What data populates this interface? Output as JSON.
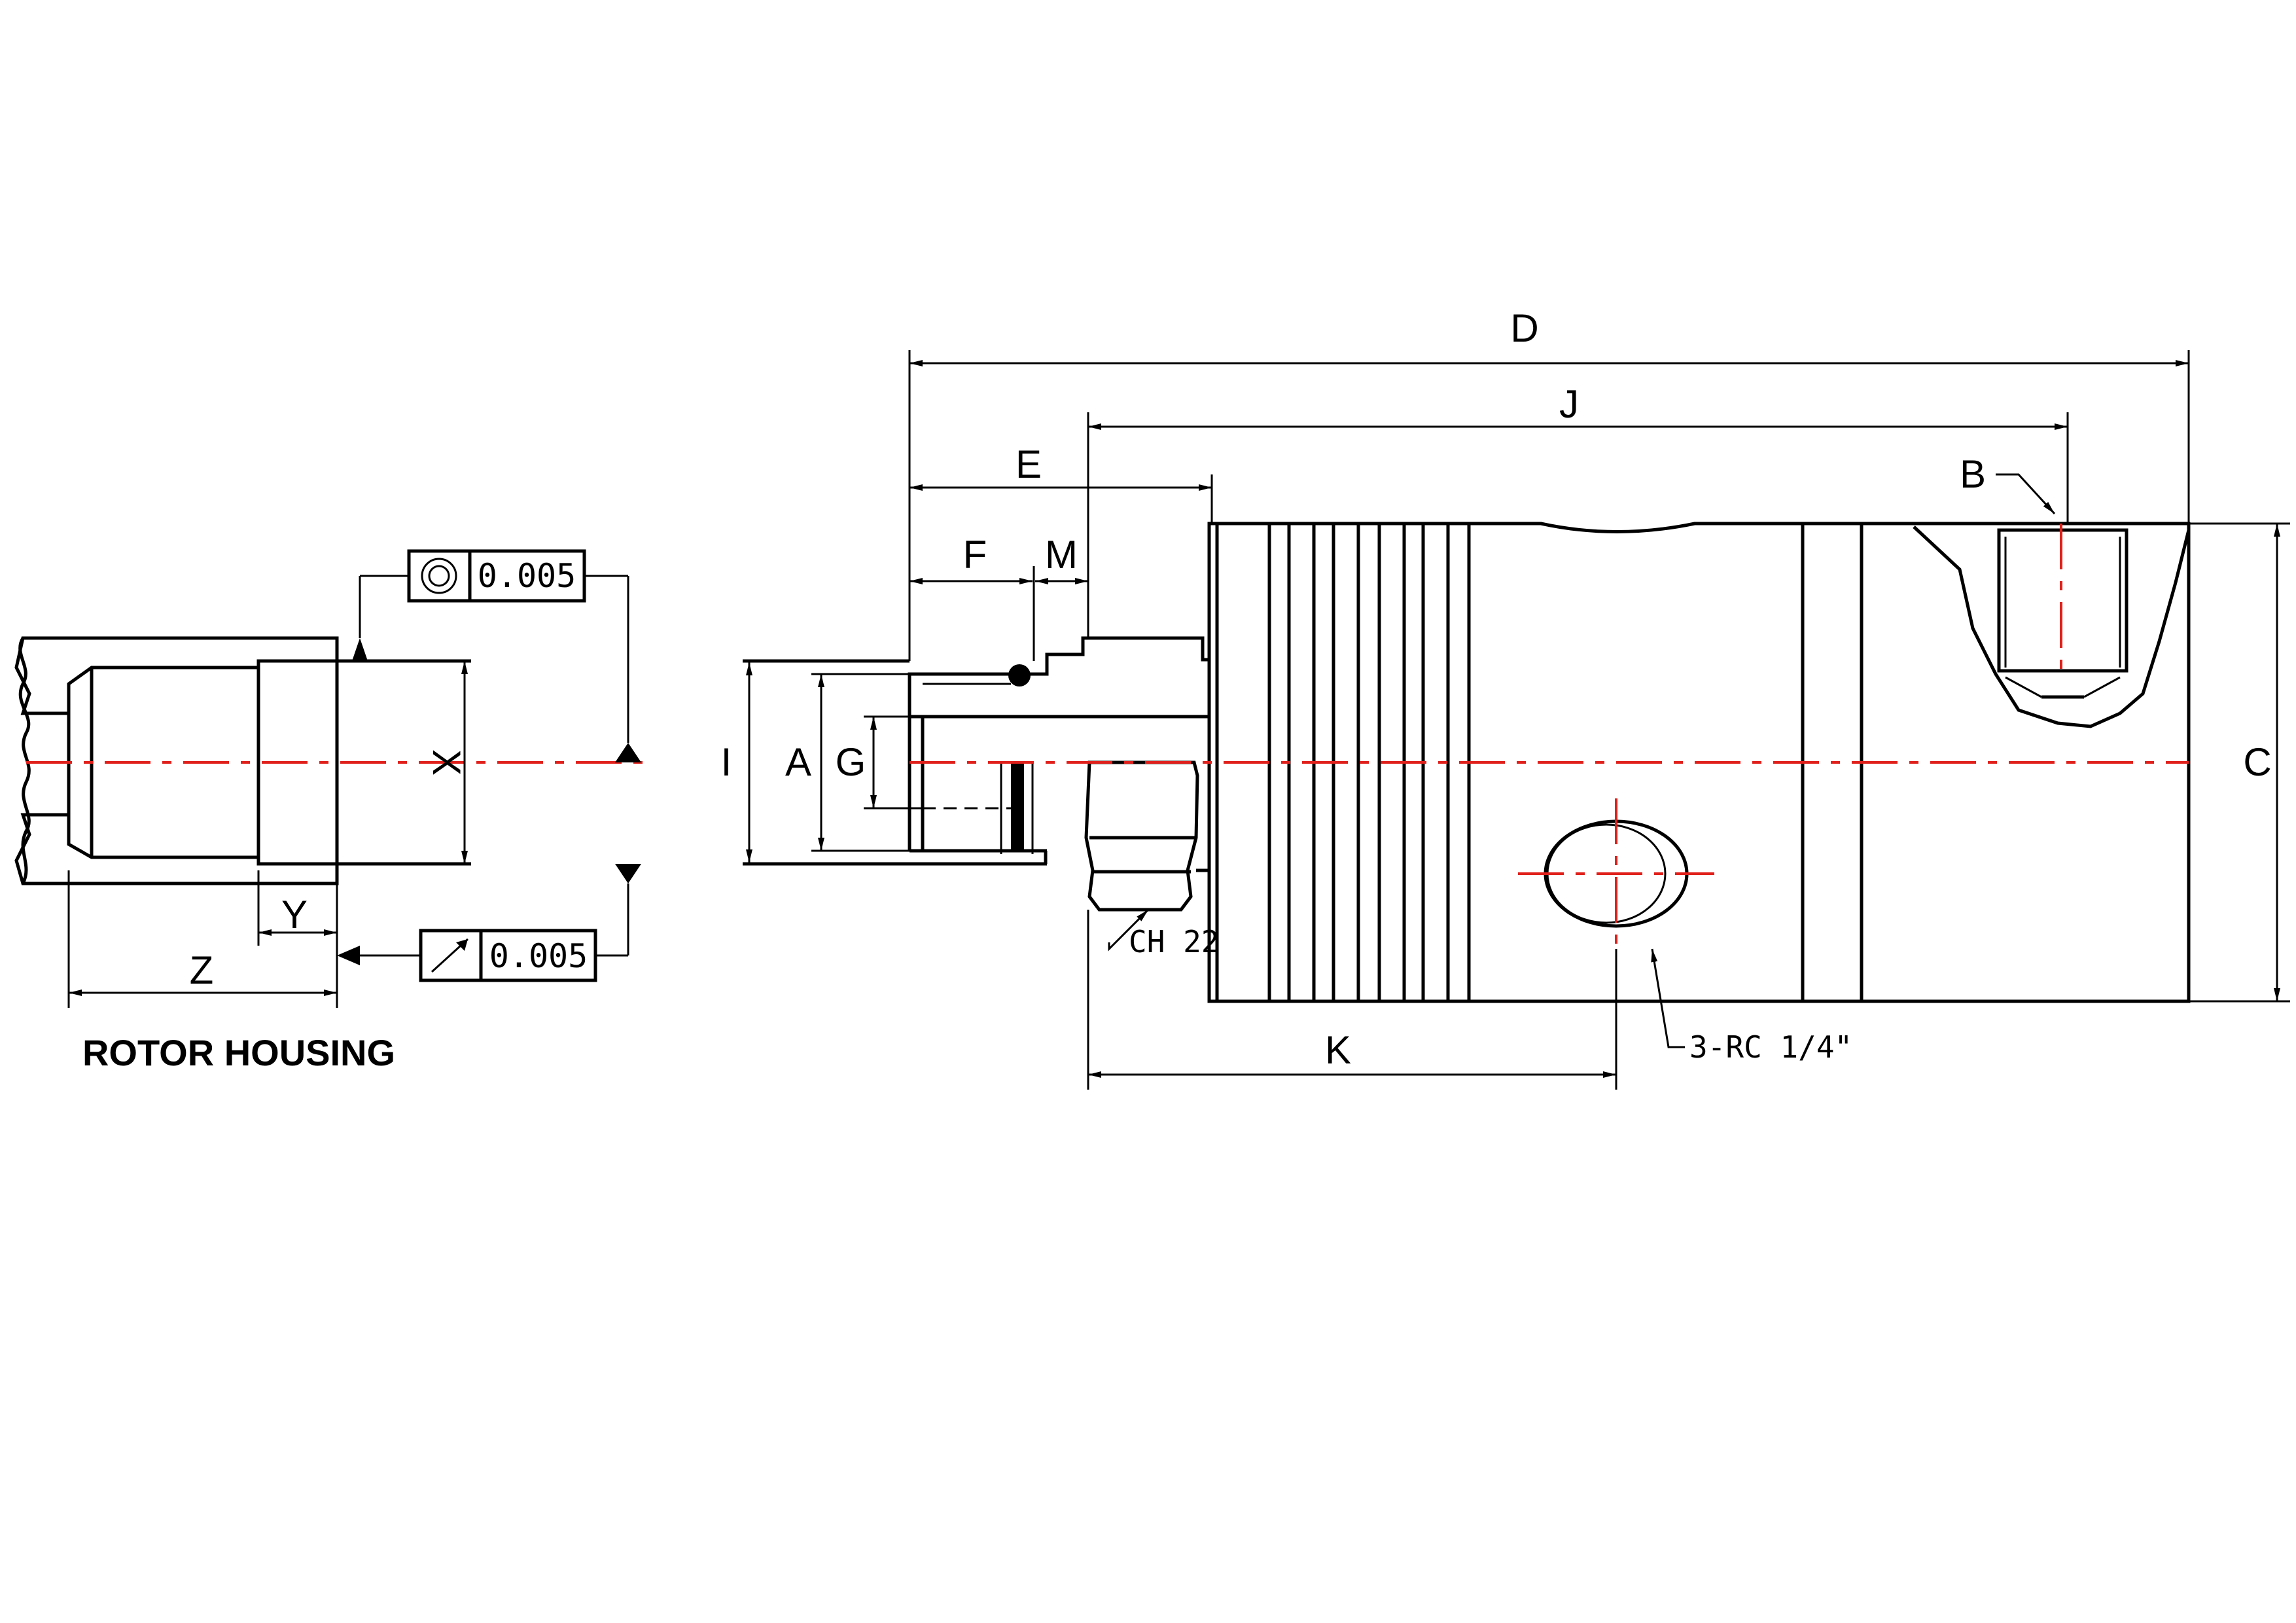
{
  "drawing": {
    "colors": {
      "line": "#000000",
      "centerline": "#e0201b",
      "background": "#ffffff"
    },
    "rotor_housing": {
      "title": "ROTOR HOUSING",
      "dim_x": "X",
      "dim_y": "Y",
      "dim_z": "Z",
      "concentricity_value": "0.005",
      "runout_value": "0.005",
      "concentricity_symbol": "concentricity-icon",
      "runout_symbol": "runout-arrow-icon"
    },
    "joint": {
      "dim_a": "A",
      "dim_b": "B",
      "dim_c": "C",
      "dim_d": "D",
      "dim_e": "E",
      "dim_f": "F",
      "dim_g": "G",
      "dim_i": "I",
      "dim_j": "J",
      "dim_k": "K",
      "dim_m": "M",
      "hex_note": "CH 22",
      "port_note": "3-RC 1/4\""
    }
  }
}
